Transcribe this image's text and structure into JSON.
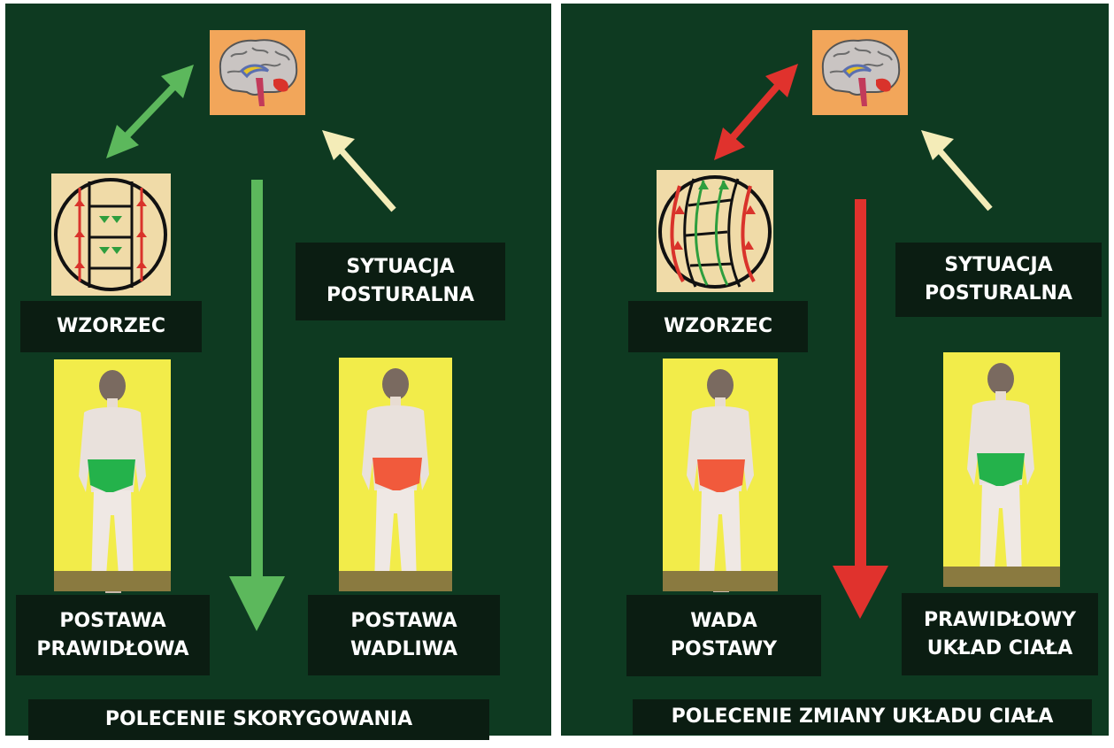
{
  "colors": {
    "background": "#0e3a21",
    "label_bg": "#0b1d12",
    "label_text": "#ffffff",
    "good_green": "#5cb85c",
    "bad_red": "#e0322d",
    "input_cream": "#f4ecb8",
    "photo_yellow": "#f2ec4a",
    "brain_bg": "#f2a65a"
  },
  "left": {
    "pattern_label": "WZORZEC",
    "situation_label": "SYTUACJA\nPOSTURALNA",
    "posture_good_label": "POSTAWA\nPRAWIDŁOWA",
    "posture_bad_label": "POSTAWA\nWADLIWA",
    "command_label": "POLECENIE SKORYGOWANIA"
  },
  "right": {
    "pattern_label": "WZORZEC",
    "situation_label": "SYTUACJA\nPOSTURALNA",
    "defect_label": "WADA\nPOSTAWY",
    "correct_label": "PRAWIDŁOWY\nUKŁAD CIAŁA",
    "command_label": "POLECENIE ZMIANY UKŁADU CIAŁA"
  },
  "icons": {
    "brain": "brain-icon",
    "spine_pattern": "spine-pattern-icon",
    "child_photo": "child-posture-photo"
  }
}
